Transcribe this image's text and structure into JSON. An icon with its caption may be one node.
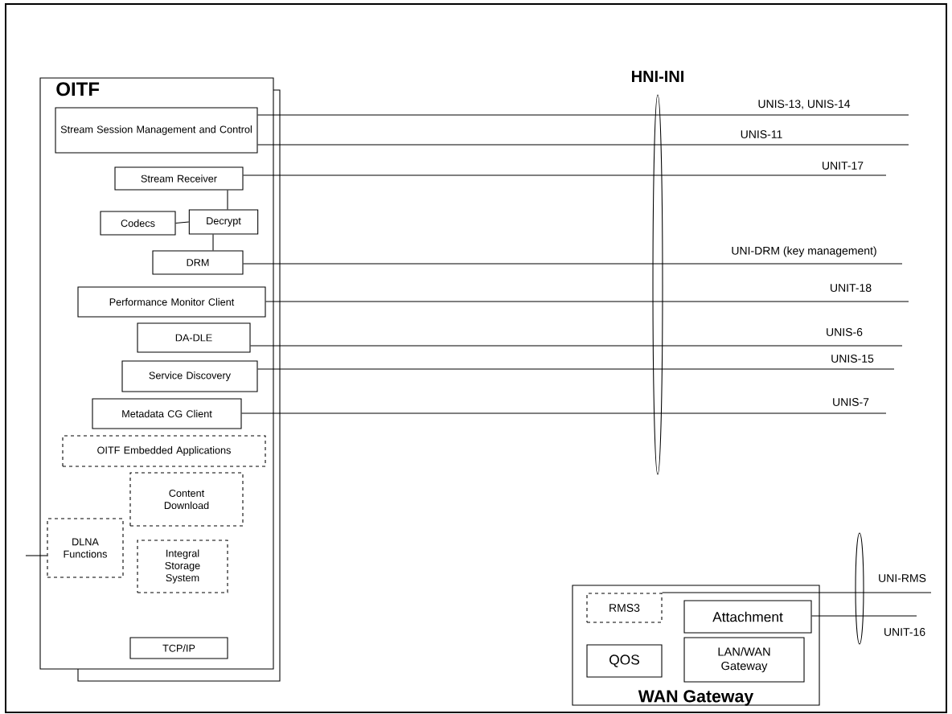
{
  "diagram": {
    "nodes": [
      {
        "text": [
          "OITF"
        ]
      },
      {
        "text": [
          "Stream Session Management and Control"
        ],
        "in": 0
      },
      {
        "text": [
          "Stream Receiver"
        ],
        "in": 0
      },
      {
        "text": [
          "Codecs"
        ],
        "in": 0
      },
      {
        "text": [
          "Decrypt"
        ],
        "in": 0
      },
      {
        "text": [
          "DRM"
        ],
        "in": 0
      },
      {
        "text": [
          "Performance Monitor Client"
        ],
        "in": 0
      },
      {
        "text": [
          "DA-DLE"
        ],
        "in": 0
      },
      {
        "text": [
          "Service Discovery"
        ],
        "in": 0
      },
      {
        "text": [
          "Metadata CG Client"
        ],
        "in": 0
      },
      {
        "text": [
          "OITF Embedded Applications"
        ],
        "in": 0
      },
      {
        "text": [
          "Content Download"
        ],
        "in": 0
      },
      {
        "text": [
          "DLNA Functions"
        ],
        "in": 0
      },
      {
        "text": [
          "Integral Storage System"
        ],
        "in": 0
      },
      {
        "text": [
          "TCP/IP"
        ],
        "in": 0
      },
      {
        "text": [
          "WAN Gateway"
        ]
      },
      {
        "text": [
          "RMS3"
        ],
        "in": 15
      },
      {
        "text": [
          "Attachment"
        ],
        "in": 15
      },
      {
        "text": [
          "QOS"
        ],
        "in": 15
      },
      {
        "text": [
          "LAN/WAN Gateway"
        ],
        "in": 15
      }
    ],
    "edges": [
      {
        "from": 1,
        "to": null,
        "arrow": "none",
        "label": "UNIS-13, UNIS-14"
      },
      {
        "from": 1,
        "to": null,
        "arrow": "none",
        "label": "UNIS-11"
      },
      {
        "from": 2,
        "to": null,
        "arrow": "none",
        "label": "UNIT-17"
      },
      {
        "from": 5,
        "to": null,
        "arrow": "none",
        "label": "UNI-DRM (key management)"
      },
      {
        "from": 6,
        "to": null,
        "arrow": "none",
        "label": "UNIT-18"
      },
      {
        "from": 7,
        "to": null,
        "arrow": "none",
        "label": "UNIS-6"
      },
      {
        "from": 8,
        "to": null,
        "arrow": "none",
        "label": "UNIS-15"
      },
      {
        "from": 9,
        "to": null,
        "arrow": "none",
        "label": "UNIS-7"
      },
      {
        "from": 2,
        "to": 4,
        "arrow": "none"
      },
      {
        "from": 3,
        "to": 4,
        "arrow": "none"
      },
      {
        "from": 4,
        "to": 5,
        "arrow": "none"
      },
      {
        "from": null,
        "to": 12,
        "arrow": "none"
      },
      {
        "from": 16,
        "to": null,
        "arrow": "none",
        "label": "UNI-RMS"
      },
      {
        "from": 17,
        "to": null,
        "arrow": "none",
        "label": "UNIT-16"
      }
    ],
    "labels": [
      "HNI-INI"
    ]
  }
}
